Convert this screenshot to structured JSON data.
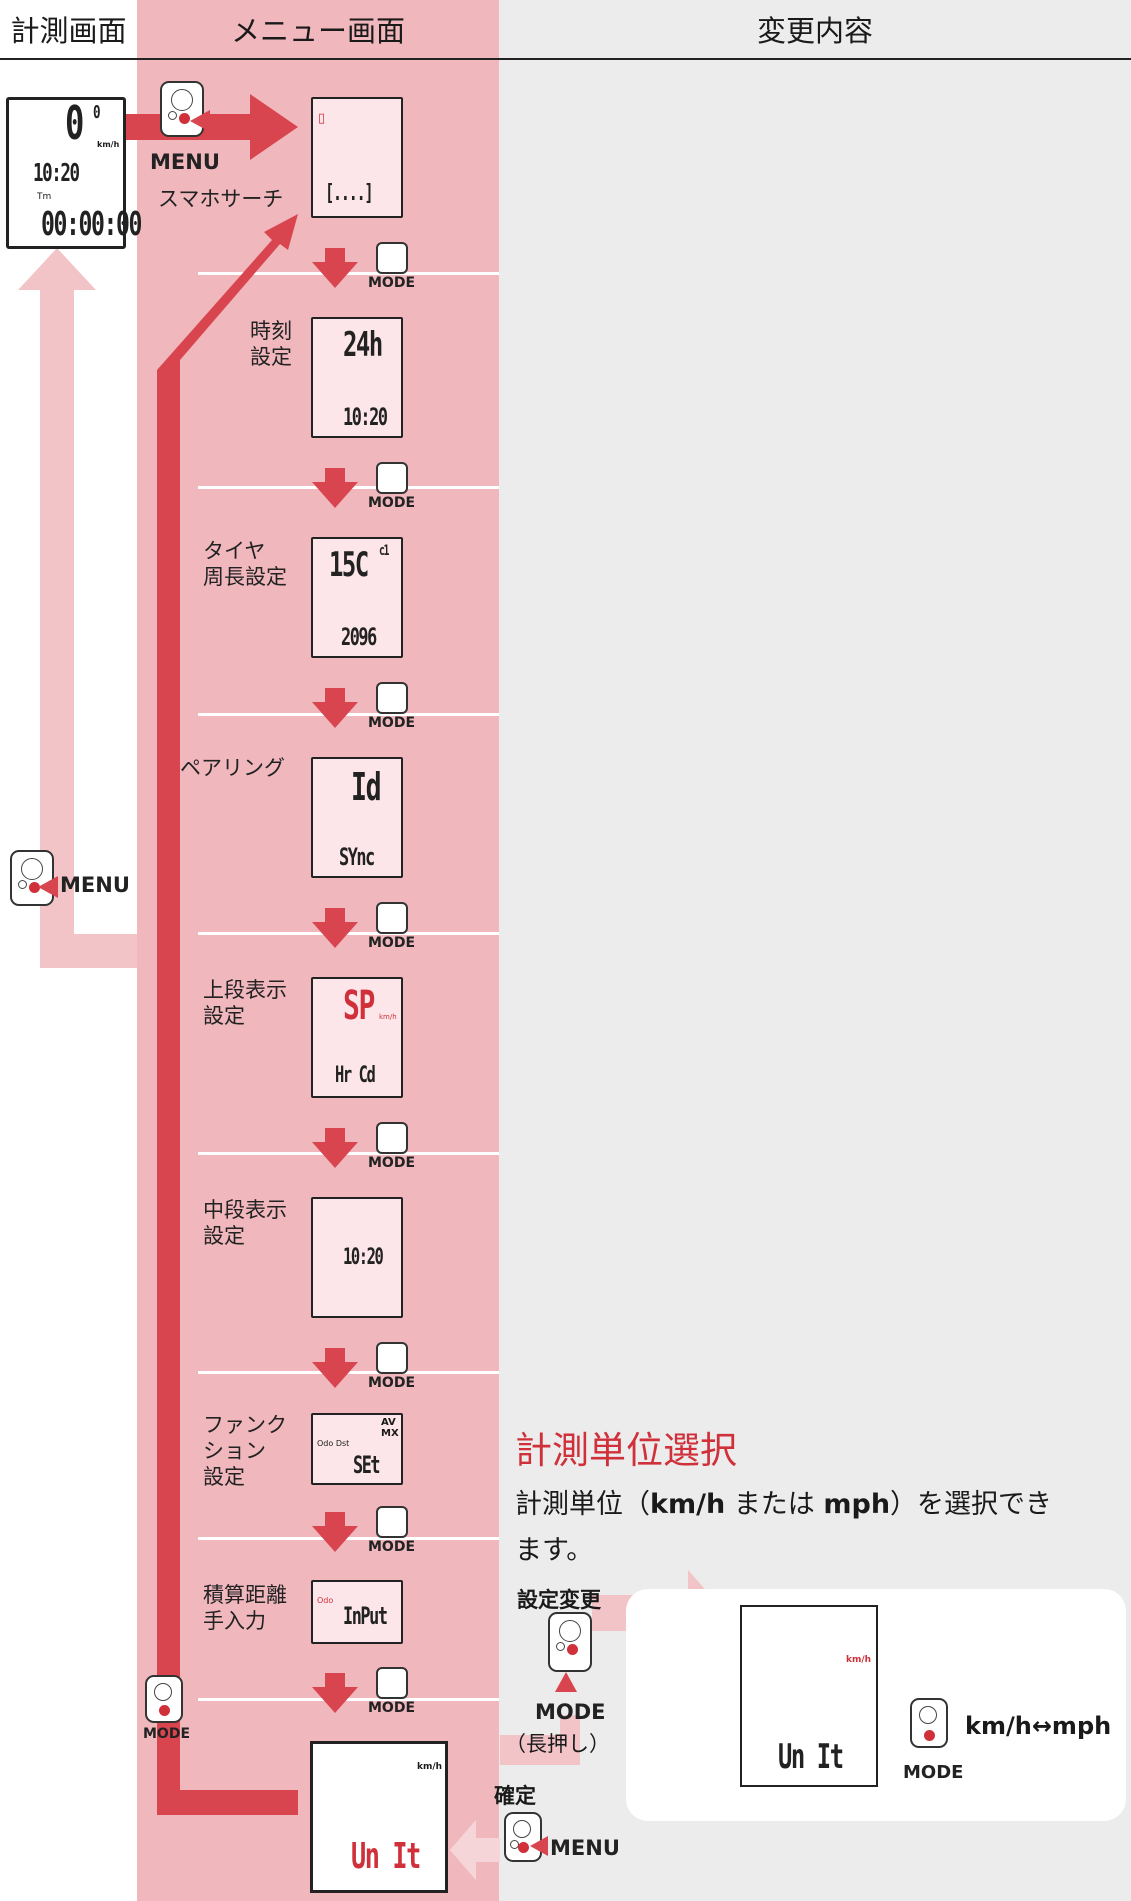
{
  "header": {
    "col1": "計測画面",
    "col2": "メニュー画面",
    "col3": "変更内容"
  },
  "measure_screen": {
    "speed": "0",
    "speed_dec": "0",
    "speed_unit": "km/h",
    "time": "10:20",
    "tm_label": "Tm",
    "timer": "00:00:00"
  },
  "buttons": {
    "menu": "MENU",
    "mode": "MODE"
  },
  "menu_items": [
    {
      "label": "スマホサーチ",
      "lcd_bottom": "[....]"
    },
    {
      "label": "時刻\n設定",
      "lcd_top": "24h",
      "lcd_bottom": "10:20"
    },
    {
      "label": "タイヤ\n周長設定",
      "lcd_top": "15C",
      "lcd_top_small": "c1",
      "lcd_bottom": "2096"
    },
    {
      "label": "ペアリング",
      "lcd_top": "Id",
      "lcd_bottom": "SYnc"
    },
    {
      "label": "上段表示\n設定",
      "lcd_top": "SP",
      "lcd_top_small": "km/h",
      "lcd_bottom": "Hr Cd"
    },
    {
      "label": "中段表示\n設定",
      "lcd_mid": "10:20"
    },
    {
      "label": "ファンク\nション\n設定",
      "lcd_top": "Odo  Dst",
      "lcd_top_small": "AV MX",
      "lcd_bottom": "SEt"
    },
    {
      "label": "積算距離\n手入力",
      "lcd_top_small": "Odo",
      "lcd_bottom": "InPut"
    },
    {
      "label": "",
      "lcd_top_small": "km/h",
      "lcd_bottom": "Un It"
    }
  ],
  "detail": {
    "title": "計測単位選択",
    "desc_line1_a": "計測単位（",
    "desc_kmh": "km/h",
    "desc_mid": " または ",
    "desc_mph": "mph",
    "desc_line1_b": "）を選択でき",
    "desc_line2": "ます。",
    "change_label": "設定変更",
    "long_press": "（長押し）",
    "confirm": "確定",
    "toggle": "km/h↔mph",
    "unit_lcd_small": "km/h",
    "unit_lcd_text": "Un It"
  },
  "colors": {
    "accent": "#d9454f",
    "pink_band": "#f0b7bd",
    "light_arrow": "#f2c4c8"
  }
}
